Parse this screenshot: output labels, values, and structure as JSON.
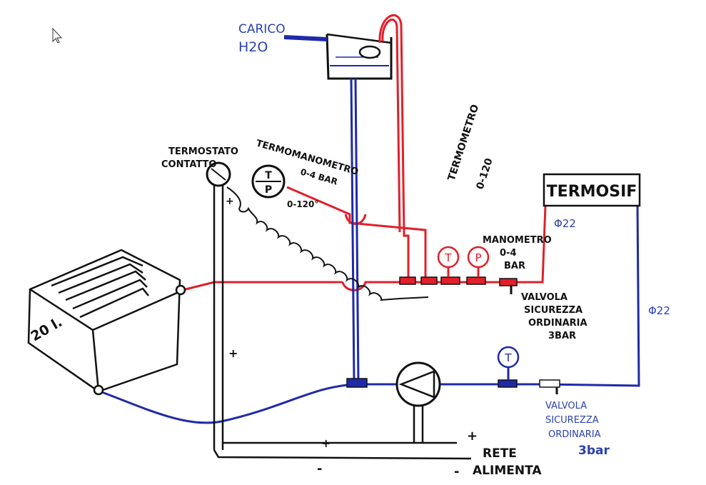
{
  "colors": {
    "hot": "#e0202a",
    "cold": "#1f2aa8",
    "ink": "#111111",
    "annotation": "#2a3fb0"
  },
  "labels": {
    "carico_line1": "CARICO",
    "carico_line2": "H2O",
    "termostato_line1": "TERMOSTATO",
    "termostato_line2": "CONTATTO",
    "termomanometro_line1": "TERMOMANOMETRO",
    "termomanometro_line2": "0-4 BAR",
    "termomanometro_line3": "0-120°",
    "termometro_line1": "TERMOMETRO",
    "termometro_line2": "0-120",
    "termosif": "TERMOSIF",
    "manometro_line1": "MANOMETRO",
    "manometro_line2": "0-4",
    "manometro_line3": "BAR",
    "valvola_top_line1": "VALVOLA",
    "valvola_top_line2": "SICUREZZA",
    "valvola_top_line3": "ORDINARIA",
    "valvola_top_line4": "3BAR",
    "valvola_bottom_line1": "VALVOLA",
    "valvola_bottom_line2": "SICUREZZA",
    "valvola_bottom_line3": "ORDINARIA",
    "valvola_bottom_line4": "3bar",
    "pipe_diameter_top": "Φ22",
    "pipe_diameter_right": "Φ22",
    "tank_volume": "20 l.",
    "rete_line1": "RETE",
    "rete_line2": "ALIMENTA",
    "plus": "+",
    "minus": "-",
    "gauge_t": "T",
    "gauge_p": "P"
  }
}
